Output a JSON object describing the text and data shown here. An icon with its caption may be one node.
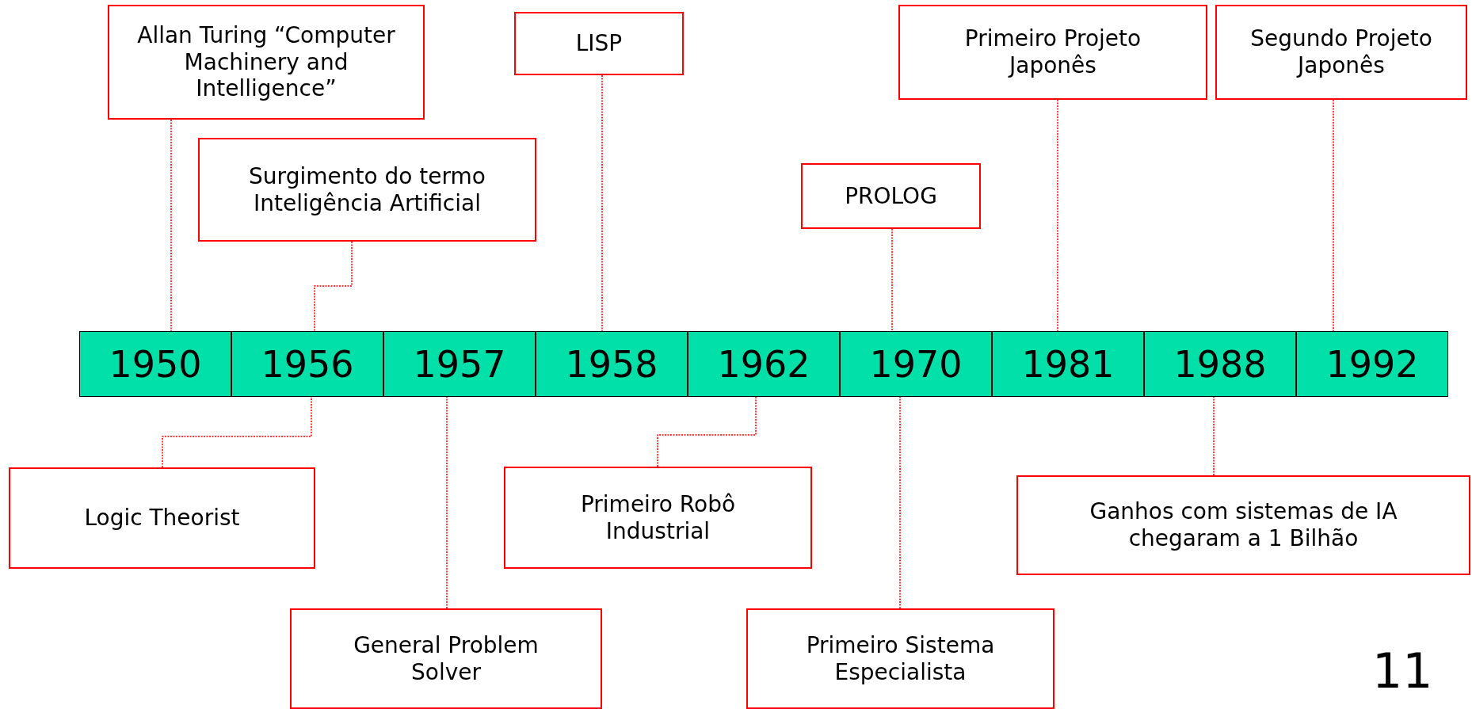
{
  "diagram": {
    "nodes": [
      {
        "text": [
          "Allan Turing “Computer Machinery and Intelligence”"
        ]
      },
      {
        "text": [
          "LISP"
        ]
      },
      {
        "text": [
          "Primeiro Projeto Japonês"
        ]
      },
      {
        "text": [
          "Segundo Projeto Japonês"
        ]
      },
      {
        "text": [
          "Surgimento do termo Inteligência Artificial"
        ]
      },
      {
        "text": [
          "PROLOG"
        ]
      },
      {
        "text": [
          "1950"
        ]
      },
      {
        "text": [
          "1956"
        ]
      },
      {
        "text": [
          "1957"
        ]
      },
      {
        "text": [
          "1958"
        ]
      },
      {
        "text": [
          "1962"
        ]
      },
      {
        "text": [
          "1970"
        ]
      },
      {
        "text": [
          "1981"
        ]
      },
      {
        "text": [
          "1988"
        ]
      },
      {
        "text": [
          "1992"
        ]
      },
      {
        "text": [
          "Logic Theorist"
        ]
      },
      {
        "text": [
          "Primeiro Robô Industrial"
        ]
      },
      {
        "text": [
          "Ganhos com sistemas de IA chegaram a 1 Bilhão"
        ]
      },
      {
        "text": [
          "General Problem Solver"
        ]
      },
      {
        "text": [
          "Primeiro Sistema Especialista"
        ]
      }
    ],
    "edges": [
      {
        "from": 0,
        "to": 6,
        "arrow": "none"
      },
      {
        "from": 4,
        "to": 7,
        "arrow": "none"
      },
      {
        "from": 1,
        "to": 9,
        "arrow": "none"
      },
      {
        "from": 5,
        "to": 11,
        "arrow": "none"
      },
      {
        "from": 2,
        "to": 12,
        "arrow": "none"
      },
      {
        "from": 3,
        "to": 14,
        "arrow": "none"
      },
      {
        "from": 15,
        "to": 7,
        "arrow": "none"
      },
      {
        "from": 18,
        "to": 8,
        "arrow": "none"
      },
      {
        "from": 16,
        "to": 10,
        "arrow": "none"
      },
      {
        "from": 19,
        "to": 11,
        "arrow": "none"
      },
      {
        "from": 17,
        "to": 13,
        "arrow": "none"
      }
    ],
    "labels": [
      "11"
    ]
  }
}
